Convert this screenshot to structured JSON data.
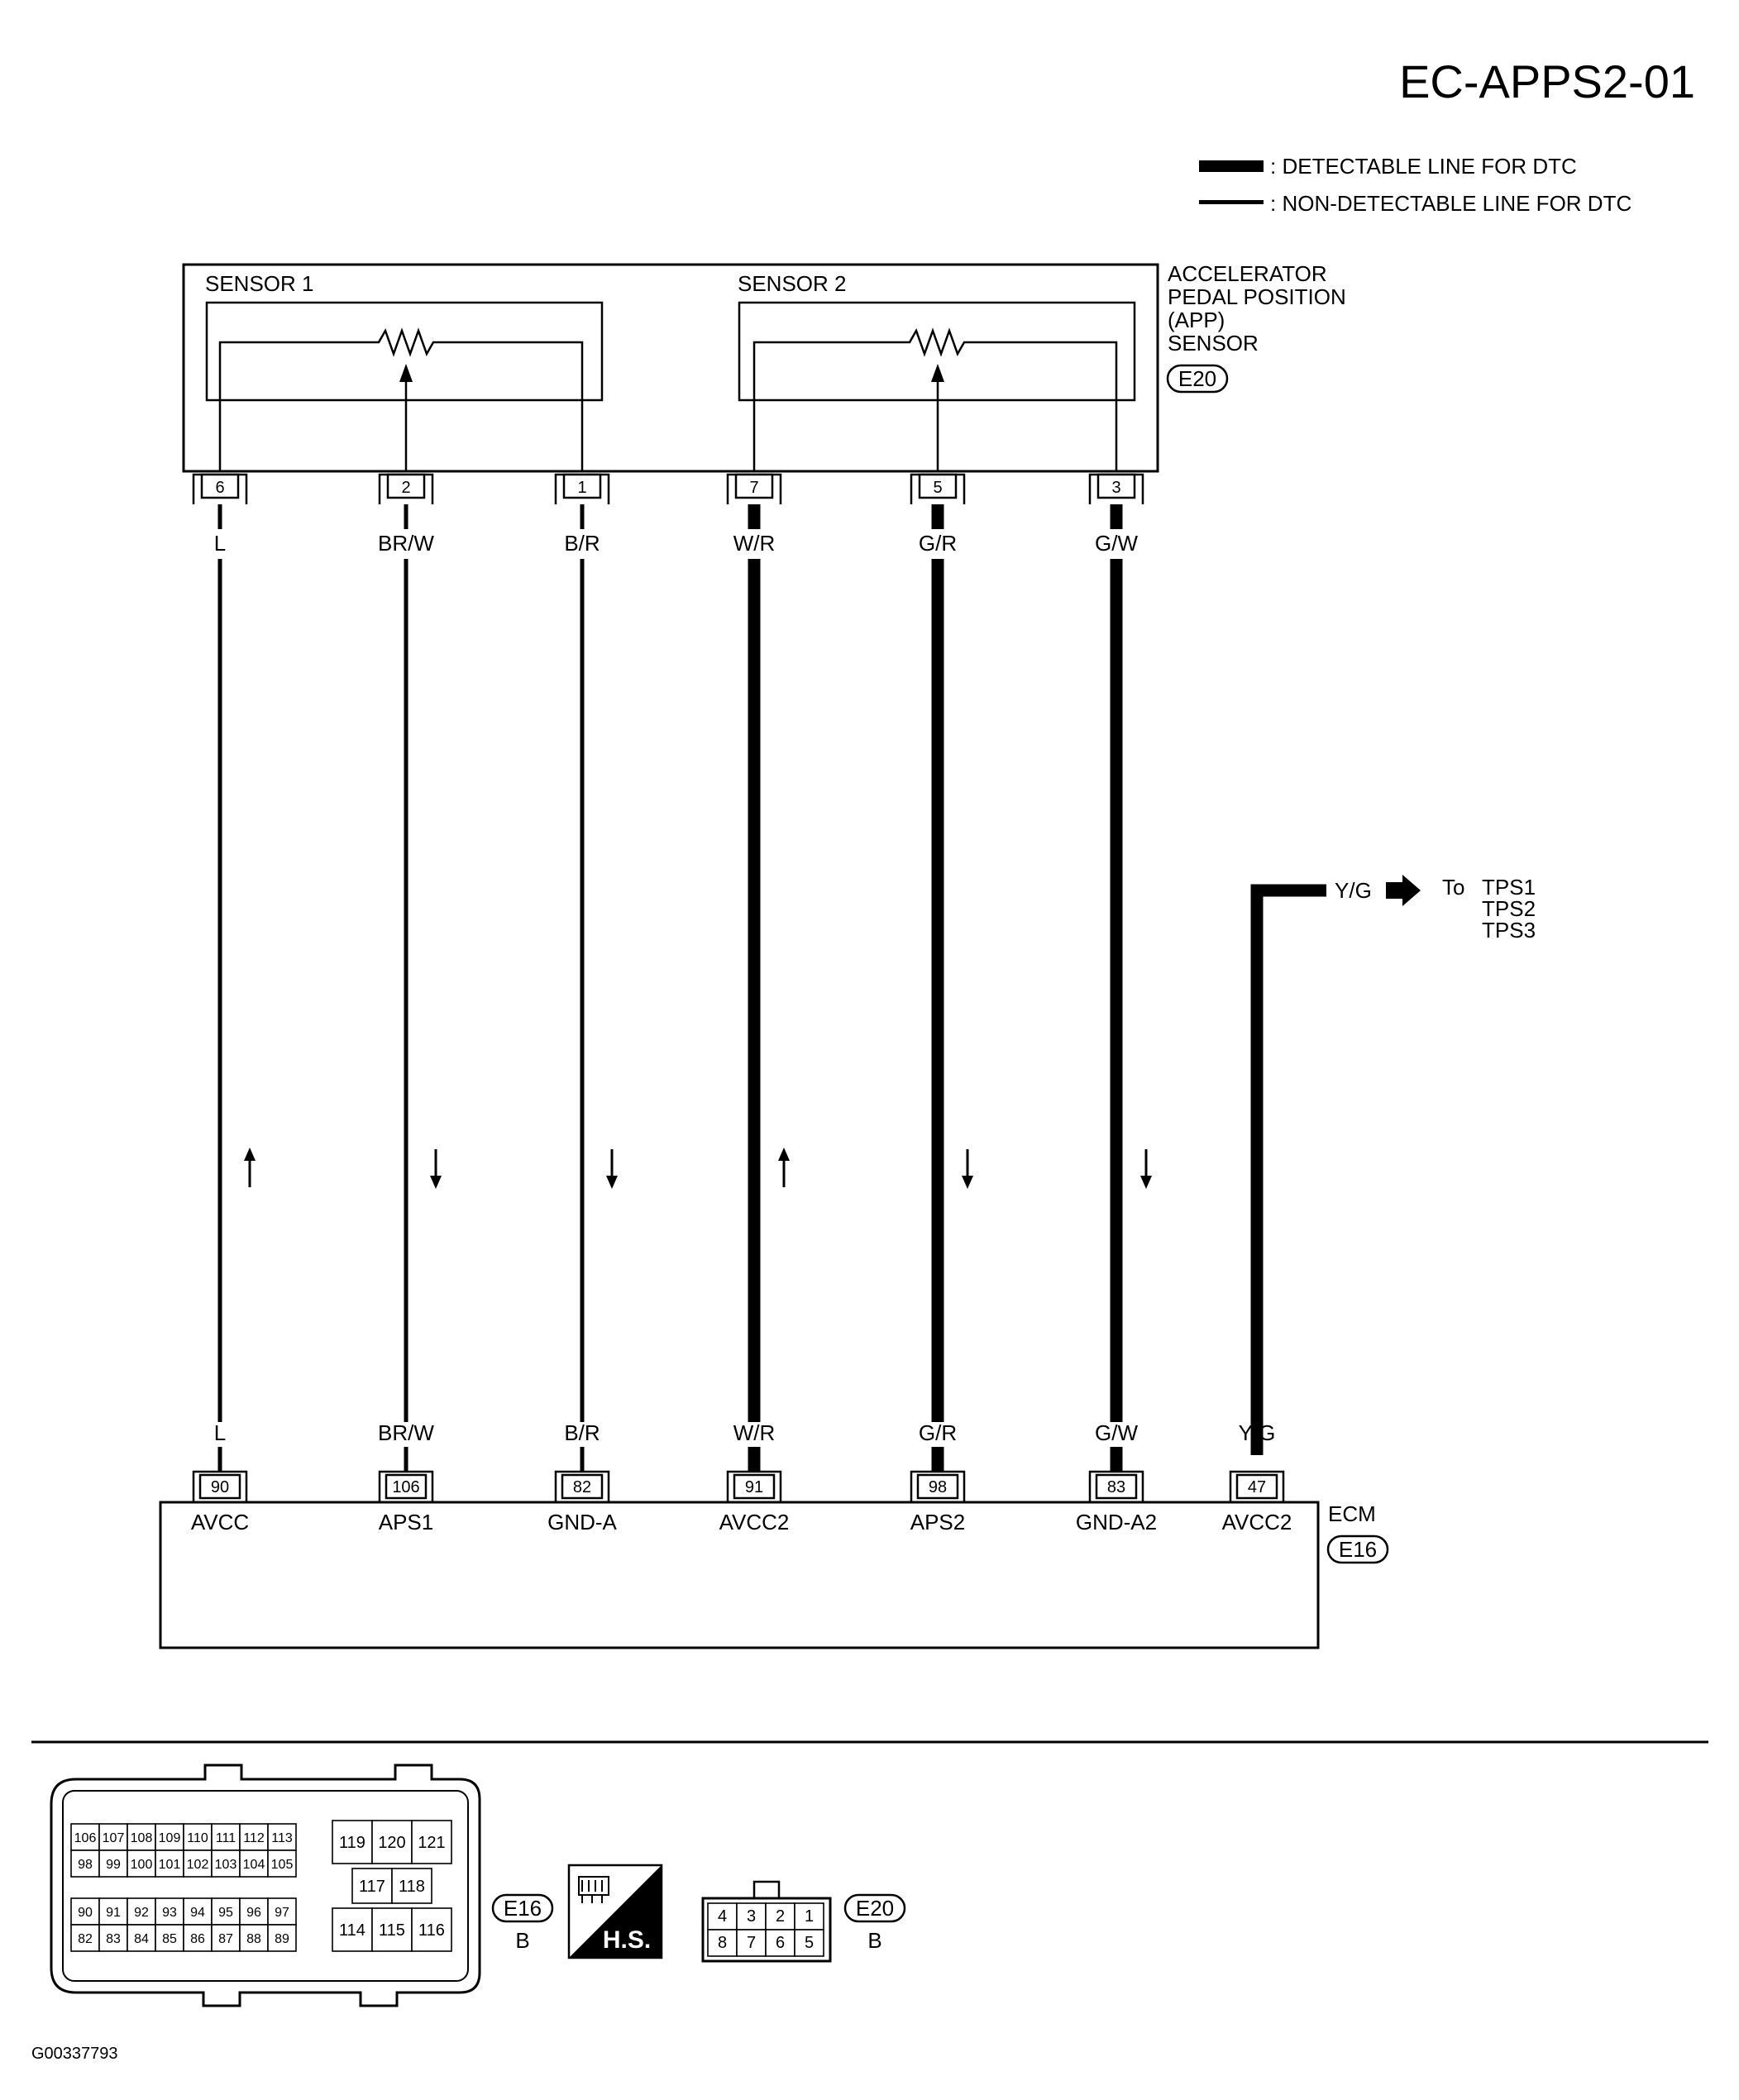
{
  "page_code": "EC-APPS2-01",
  "legend": {
    "detectable": ": DETECTABLE LINE FOR DTC",
    "non_detectable": ": NON-DETECTABLE LINE FOR DTC"
  },
  "sensor": {
    "name_lines": [
      "ACCELERATOR",
      "PEDAL POSITION",
      "(APP)",
      "SENSOR"
    ],
    "connector": "E20",
    "sensor1_label": "SENSOR 1",
    "sensor2_label": "SENSOR 2"
  },
  "wires": [
    {
      "sensor_pin": "6",
      "color": "L",
      "ecm_pin": "90",
      "ecm_signal": "AVCC",
      "detectable": false,
      "arrow": "up"
    },
    {
      "sensor_pin": "2",
      "color": "BR/W",
      "ecm_pin": "106",
      "ecm_signal": "APS1",
      "detectable": false,
      "arrow": "down"
    },
    {
      "sensor_pin": "1",
      "color": "B/R",
      "ecm_pin": "82",
      "ecm_signal": "GND-A",
      "detectable": false,
      "arrow": "down"
    },
    {
      "sensor_pin": "7",
      "color": "W/R",
      "ecm_pin": "91",
      "ecm_signal": "AVCC2",
      "detectable": true,
      "arrow": "up"
    },
    {
      "sensor_pin": "5",
      "color": "G/R",
      "ecm_pin": "98",
      "ecm_signal": "APS2",
      "detectable": true,
      "arrow": "down"
    },
    {
      "sensor_pin": "3",
      "color": "G/W",
      "ecm_pin": "83",
      "ecm_signal": "GND-A2",
      "detectable": true,
      "arrow": "down"
    }
  ],
  "tps_branch": {
    "color": "Y/G",
    "ecm_pin": "47",
    "ecm_signal": "AVCC2",
    "to_prefix": "To",
    "targets": [
      "TPS1",
      "TPS2",
      "TPS3"
    ]
  },
  "ecm": {
    "name": "ECM",
    "connector": "E16"
  },
  "connector_views": {
    "e16": {
      "id": "E16",
      "color": "B",
      "top_rows": [
        [
          "106",
          "107",
          "108",
          "109",
          "110",
          "111",
          "112",
          "113"
        ],
        [
          "98",
          "99",
          "100",
          "101",
          "102",
          "103",
          "104",
          "105"
        ]
      ],
      "bottom_rows": [
        [
          "90",
          "91",
          "92",
          "93",
          "94",
          "95",
          "96",
          "97"
        ],
        [
          "82",
          "83",
          "84",
          "85",
          "86",
          "87",
          "88",
          "89"
        ]
      ],
      "right_top": [
        "119",
        "120",
        "121"
      ],
      "right_mid": [
        "117",
        "118"
      ],
      "right_bottom": [
        "114",
        "115",
        "116"
      ]
    },
    "hs_label": "H.S.",
    "e20": {
      "id": "E20",
      "color": "B",
      "rows": [
        [
          "4",
          "3",
          "2",
          "1"
        ],
        [
          "8",
          "7",
          "6",
          "5"
        ]
      ]
    }
  },
  "figure_code": "G00337793"
}
